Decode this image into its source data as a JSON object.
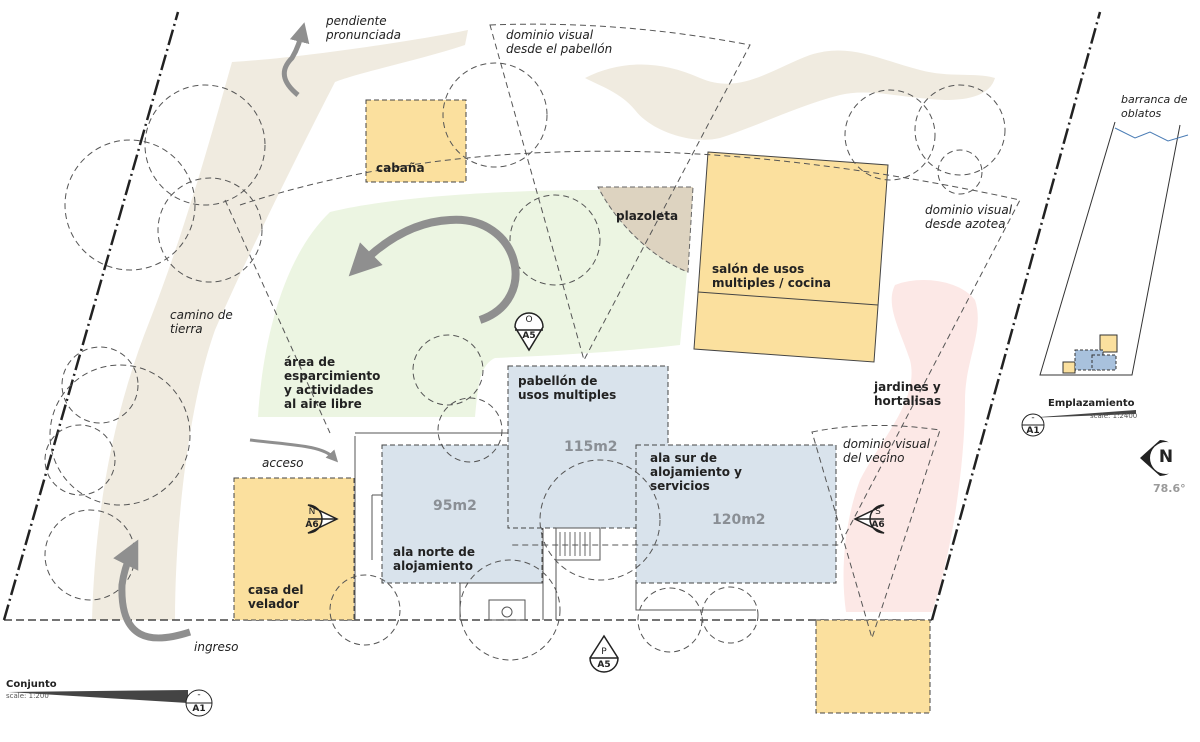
{
  "labels": {
    "pendiente": "pendiente\npronunciada",
    "dominio_pabellon": "dominio visual\ndesde el pabellón",
    "barranca": "barranca de\noblatos",
    "cabana": "cabaña",
    "plazoleta": "plazoleta",
    "salon": "salón de usos\nmultiples / cocina",
    "dominio_azotea": "dominio visual\ndesde azotea",
    "camino": "camino de\ntierra",
    "area_esparcimiento": "área de\nesparcimiento\ny actividades\nal aire libre",
    "pabellon": "pabellón de\nusos multiples",
    "jardines": "jardines y\nhortalisas",
    "acceso": "acceso",
    "dominio_vecino": "dominio visual\ndel vecino",
    "ala_sur": "ala sur de\nalojamiento y\nservicios",
    "ala_norte": "ala norte de\nalojamiento",
    "casa_velador": "casa del\nvelador",
    "ingreso": "ingreso"
  },
  "areas": {
    "pabellon": "115m2",
    "ala_norte": "95m2",
    "ala_sur": "120m2"
  },
  "markers": {
    "oeste": {
      "top": "O",
      "bottom": "A5"
    },
    "norte": {
      "top": "N",
      "bottom": "A6"
    },
    "sur": {
      "top": "S",
      "bottom": "A6"
    },
    "poniente": {
      "top": "P",
      "bottom": "A5"
    },
    "emplaz": {
      "top": "-",
      "bottom": "A1"
    },
    "conjunto": {
      "top": "-",
      "bottom": "A1"
    }
  },
  "scales": {
    "emplazamiento": {
      "title": "Emplazamiento",
      "scale": "scale: 1:2400"
    },
    "conjunto": {
      "title": "Conjunto",
      "scale": "scale: 1:200"
    }
  },
  "north": {
    "letter": "N",
    "angle": "78.6°"
  },
  "colors": {
    "path": "#f0ebe0",
    "green": "#ecf5e2",
    "pink": "#fce8e6",
    "building_yellow": "#fbe09e",
    "building_blue": "#d9e3ec",
    "plaza": "#ddd3c0"
  }
}
